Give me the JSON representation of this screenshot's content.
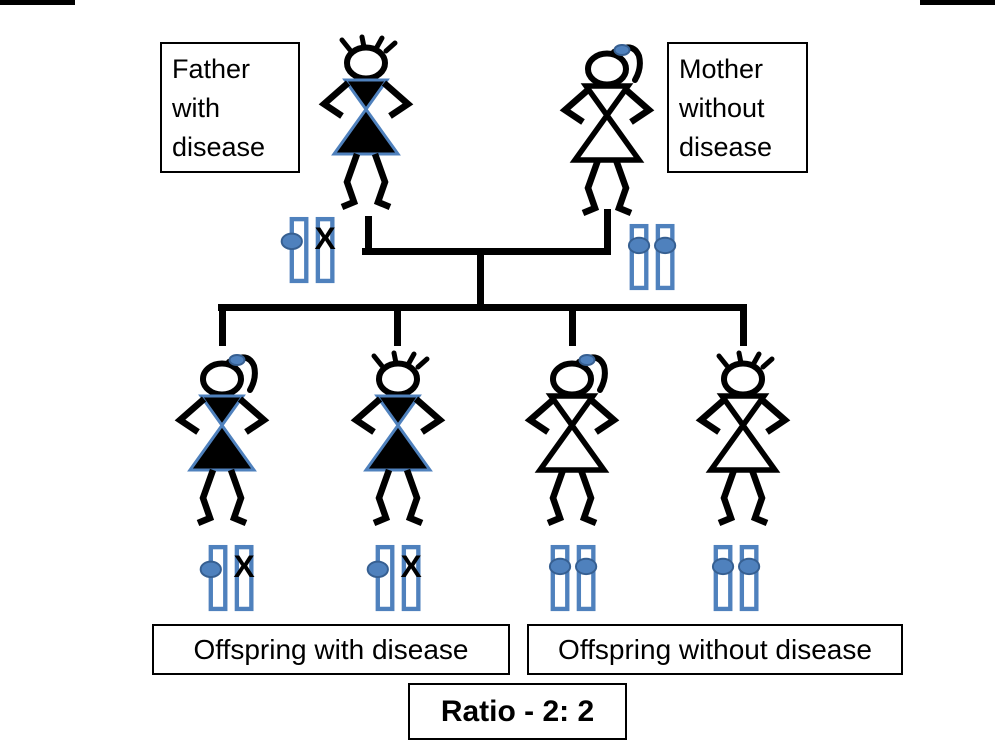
{
  "labels": {
    "father": "Father with disease",
    "mother": "Mother without disease",
    "offspring_with": "Offspring with disease",
    "offspring_without": "Offspring without disease",
    "ratio": "Ratio - 2: 2"
  },
  "genetics": {
    "allele_marker": "X",
    "father": {
      "sex": "male",
      "status": "with disease",
      "chromosome_pair": "one oval-marked chromosome + one X-marked chromosome"
    },
    "mother": {
      "sex": "female",
      "status": "without disease",
      "chromosome_pair": "two oval-marked chromosomes"
    },
    "offspring": [
      {
        "sex": "female",
        "status": "with disease",
        "chromosome_pair": "oval + X-marked"
      },
      {
        "sex": "male",
        "status": "with disease",
        "chromosome_pair": "oval + X-marked"
      },
      {
        "sex": "female",
        "status": "without disease",
        "chromosome_pair": "two oval-marked"
      },
      {
        "sex": "male",
        "status": "without disease",
        "chromosome_pair": "two oval-marked"
      }
    ],
    "ratio_with_disease": 2,
    "ratio_without_disease": 2
  },
  "colors": {
    "accent_blue": "#4F81BD",
    "accent_blue_dark": "#365F91",
    "line_black": "#000000",
    "background": "#ffffff"
  }
}
